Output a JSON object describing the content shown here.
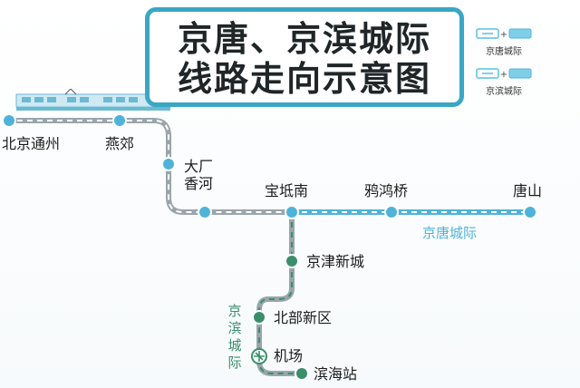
{
  "title": {
    "line1": "京唐、京滨城际",
    "line2": "线路走向示意图"
  },
  "legend": [
    {
      "label": "京唐城际",
      "color": "#7fd0e6",
      "icon": "train-cars-icon"
    },
    {
      "label": "京滨城际",
      "color": "#7fd0e6",
      "icon": "train-cars-icon"
    }
  ],
  "lines": {
    "jingtang": {
      "label": "京唐城际",
      "color": "#4fb3d9"
    },
    "jingbin": {
      "label": "京滨城际",
      "color": "#3a8f6a"
    },
    "shared_color": "#9aa5ab"
  },
  "stations": {
    "beijing_tongzhou": "北京通州",
    "yanjiao": "燕郊",
    "dachang_xianghe": "大厂香河",
    "baodinan": "宝坻南",
    "yahongqiao": "鸦鸿桥",
    "tangshan": "唐山",
    "jinjin_xincheng": "京津新城",
    "beibu_xinqu": "北部新区",
    "jichang": "机场",
    "binhai_zhan": "滨海站"
  },
  "colors": {
    "title_border": "#3aa7c4",
    "station_blue": "#4fb3d9",
    "station_green": "#3a8f6a"
  },
  "icons": {
    "train": "high-speed-train-icon",
    "airport": "airplane-icon"
  }
}
